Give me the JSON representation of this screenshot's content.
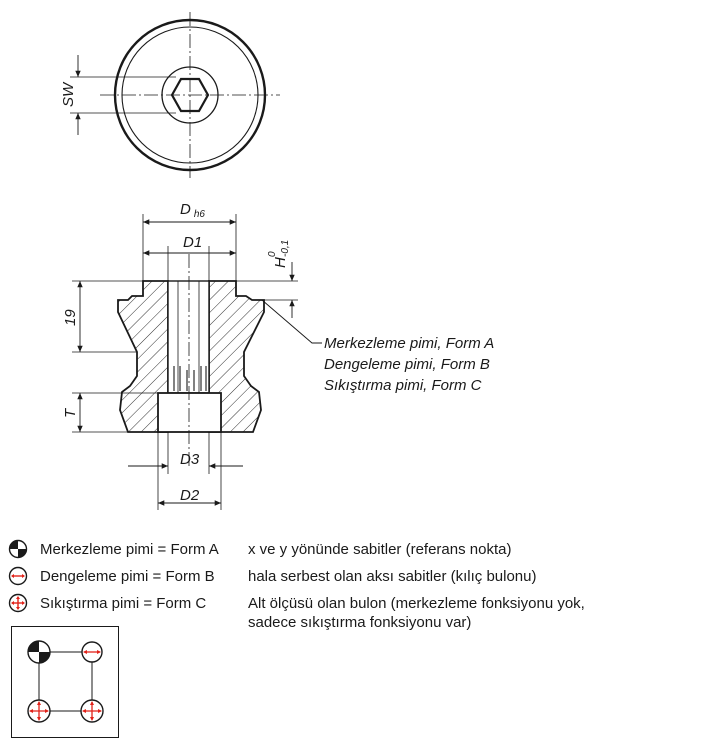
{
  "dimensions": {
    "sw": "SW",
    "d_main": "D",
    "d_main_sub": "h6",
    "d1": "D1",
    "h": "H",
    "h_sup": "0",
    "h_sub": "-0,1",
    "d19": "19",
    "t": "T",
    "d3": "D3",
    "d2": "D2"
  },
  "callout": [
    "Merkezleme pimi, Form A",
    "Dengeleme pimi, Form B",
    "Sıkıştırma pimi, Form C"
  ],
  "legend": [
    {
      "icon": "centering-pin-icon",
      "label": "Merkezleme pimi = Form A",
      "desc": "x ve y yönünde sabitler (referans nokta)"
    },
    {
      "icon": "balancing-pin-icon",
      "label": "Dengeleme pimi = Form B",
      "desc": "hala serbest olan aksı sabitler (kılıç bulonu)"
    },
    {
      "icon": "clamping-pin-icon",
      "label": "Sıkıştırma pimi = Form C",
      "desc": "Alt ölçüsü olan bulon (merkezleme fonksiyonu yok,"
    }
  ],
  "legend_extra": "sadece sıkıştırma fonksiyonu var)",
  "colors": {
    "line": "#1a1a1a",
    "accent": "#e2231a"
  }
}
